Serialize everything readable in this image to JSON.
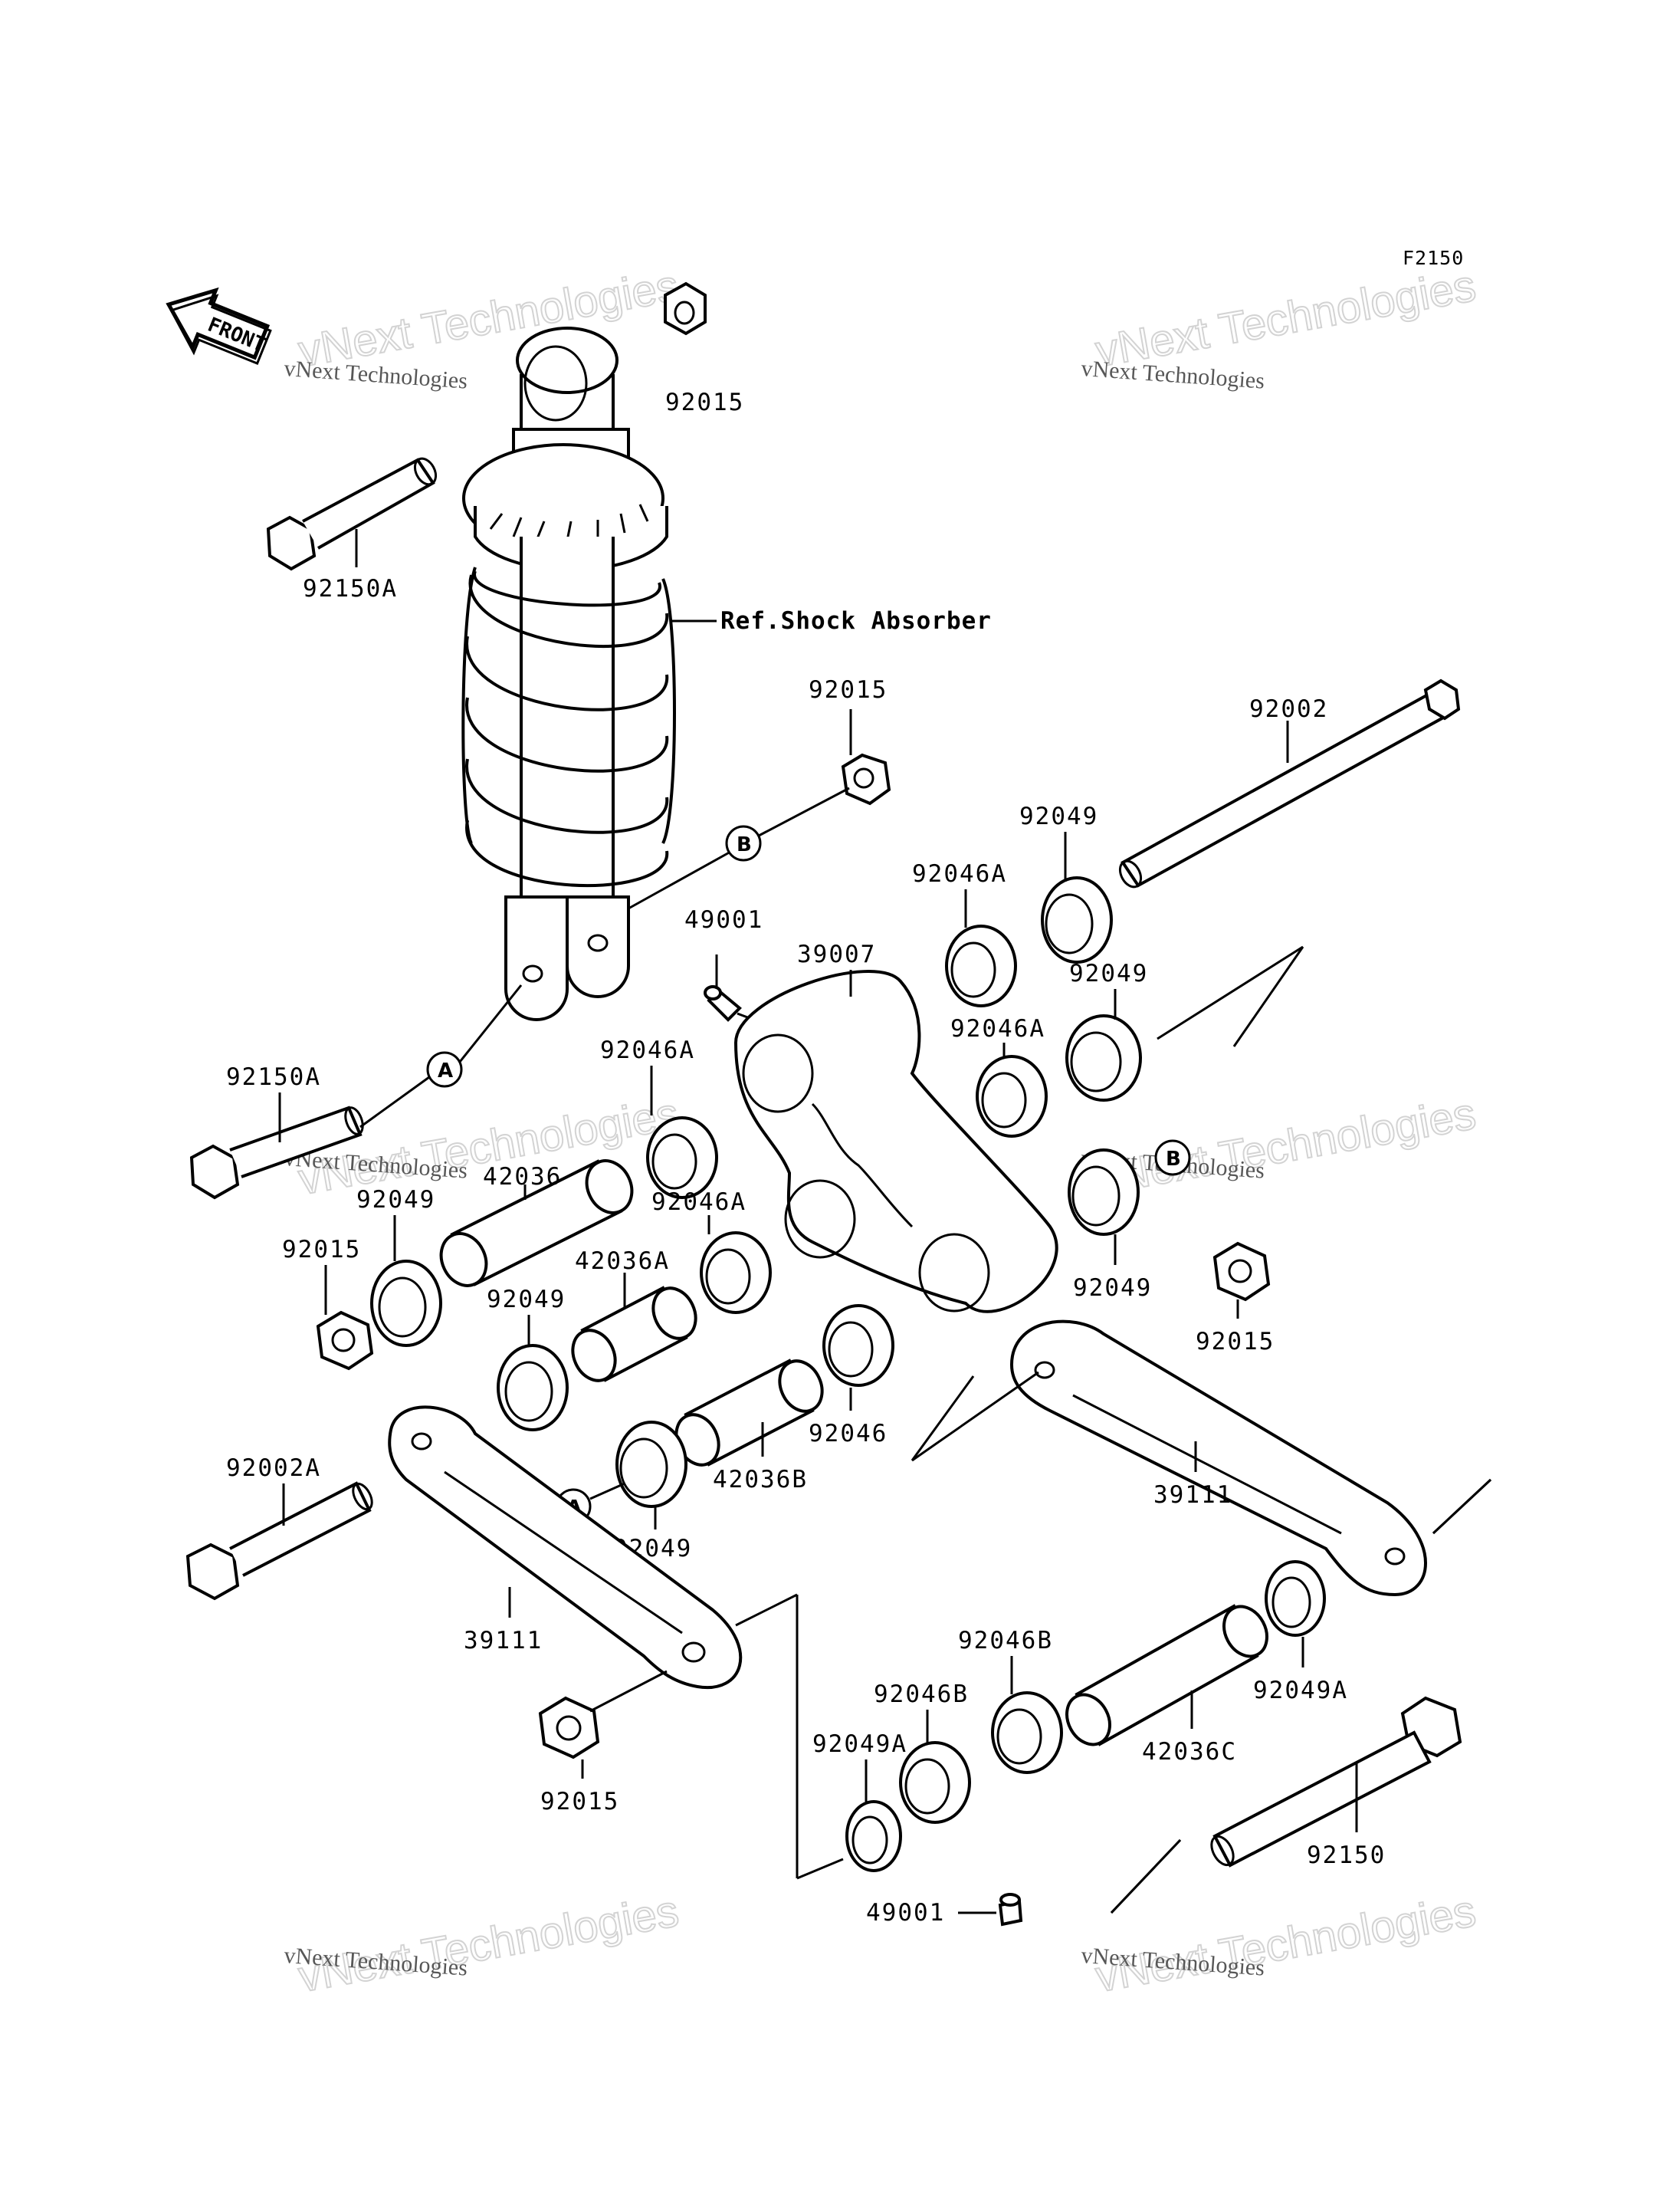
{
  "figure_code": "F2150",
  "front_label": "FRONT",
  "ref_label": "Ref.Shock Absorber",
  "watermark": {
    "line1": "vNext Technologies",
    "line2": "vNext Technologies"
  },
  "callouts": {
    "a": "A",
    "b": "B"
  },
  "part_labels": {
    "p92015_top": "92015",
    "p92150A_top": "92150A",
    "p92015_mid": "92015",
    "p92002": "92002",
    "p92049_1": "92049",
    "p92046A_1": "92046A",
    "p49001_top": "49001",
    "p39007": "39007",
    "p92049_2": "92049",
    "p92150A_left": "92150A",
    "p92046A_2": "92046A",
    "p92046A_3": "92046A",
    "p42036": "42036",
    "p92049_3": "92049",
    "p92015_left": "92015",
    "p92046A_4": "92046A",
    "p42036A": "42036A",
    "p92049_4": "92049",
    "p92049_5": "92049",
    "p92015_right": "92015",
    "p92046": "92046",
    "p42036B": "42036B",
    "p92002A": "92002A",
    "p92049_6": "92049",
    "p39111_right": "39111",
    "p39111_left": "39111",
    "p92046B_1": "92046B",
    "p92049A_1": "92049A",
    "p92046B_2": "92046B",
    "p92049A_2": "92049A",
    "p42036C": "42036C",
    "p92015_bottom": "92015",
    "p92150": "92150",
    "p49001_bottom": "49001"
  }
}
